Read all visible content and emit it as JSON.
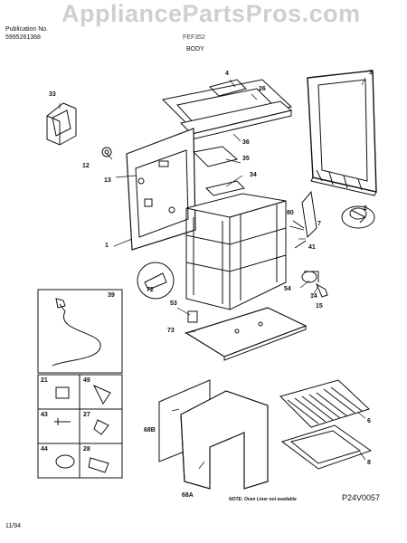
{
  "header": {
    "publication_label": "Publication No.",
    "publication_number": "5995261368",
    "model": "FEF352",
    "section": "BODY"
  },
  "watermark": "AppliancePartsPros.com",
  "callouts": {
    "c33": "33",
    "c4": "4",
    "c26": "26",
    "c3": "3",
    "c36": "36",
    "c12": "12",
    "c13": "13",
    "c35": "35",
    "c34": "34",
    "c80": "80",
    "c7": "7",
    "c2": "2",
    "c1": "1",
    "c41": "41",
    "c72": "72",
    "c54": "54",
    "c14": "14",
    "c53": "53",
    "c15": "15",
    "c73": "73",
    "c39": "39",
    "c21": "21",
    "c49": "49",
    "c43": "43",
    "c27": "27",
    "c44": "44",
    "c28": "28",
    "c68b": "68B",
    "c68a": "68A",
    "c6": "6",
    "c8": "8"
  },
  "note": "NOTE: Oven Liner not available",
  "figure_code": "P24V0057",
  "date": "11/94"
}
